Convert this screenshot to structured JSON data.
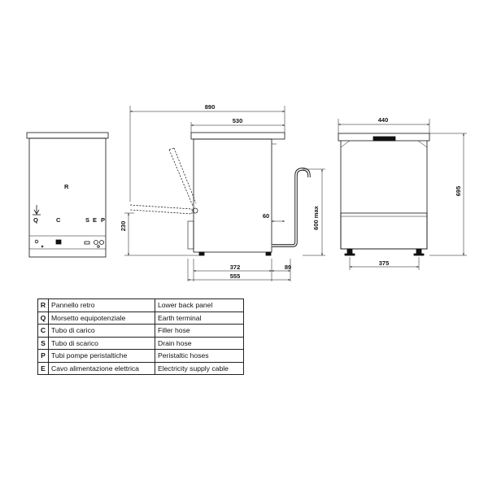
{
  "dimensions": {
    "overall_width": "890",
    "body_depth": "530",
    "front_width": "440",
    "height": "695",
    "door_open_height": "230",
    "drain_height": "600 max",
    "drain_offset": "60",
    "feet_depth": "372",
    "drain_distance": "89",
    "total_depth": "555",
    "feet_width": "375"
  },
  "rear_labels": {
    "R": "R",
    "Q": "Q",
    "C": "C",
    "S": "S",
    "E": "E",
    "P": "P"
  },
  "legend": [
    {
      "code": "R",
      "it": "Pannello retro",
      "en": "Lower back panel"
    },
    {
      "code": "Q",
      "it": "Morsetto equipotenziale",
      "en": "Earth terminal"
    },
    {
      "code": "C",
      "it": "Tubo di carico",
      "en": "Filler hose"
    },
    {
      "code": "S",
      "it": "Tubo di scarico",
      "en": "Drain hose"
    },
    {
      "code": "P",
      "it": "Tubi pompe peristaltiche",
      "en": "Peristaltic hoses"
    },
    {
      "code": "E",
      "it": "Cavo alimentazione elettrica",
      "en": "Electricity supply cable"
    }
  ]
}
